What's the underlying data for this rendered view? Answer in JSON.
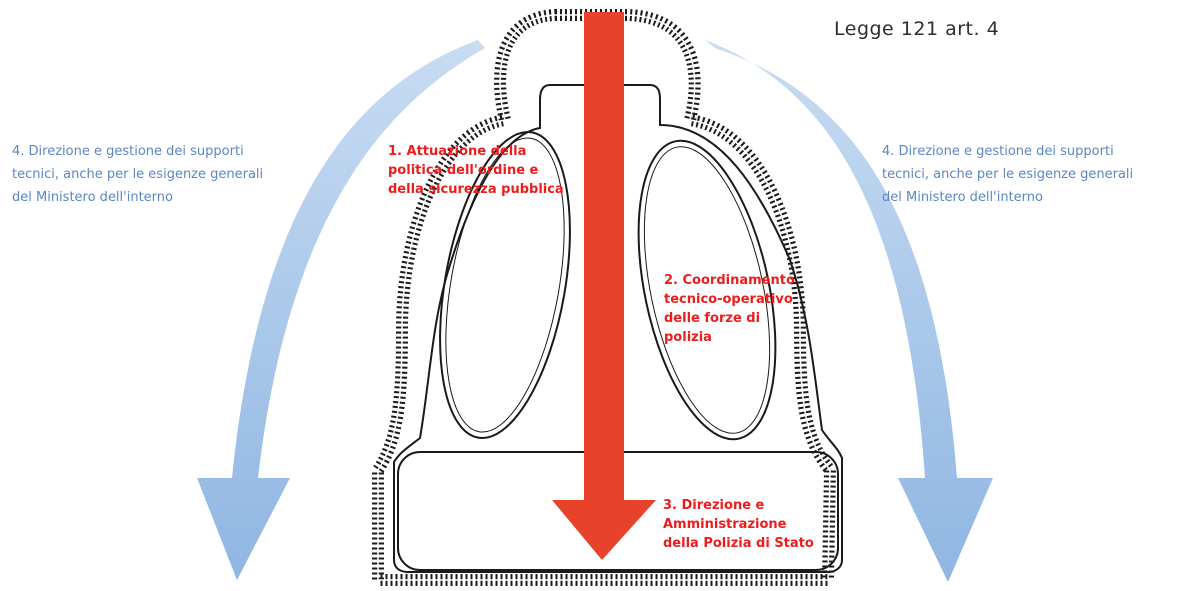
{
  "title": "Legge 121 art. 4",
  "side_label_left": "4. Direzione e gestione dei supporti\ntecnici, anche per le esigenze generali\ndel Ministero dell'interno",
  "side_label_right": "4. Direzione e gestione dei supporti\ntecnici, anche per le esigenze generali\ndel Ministero dell'interno",
  "function_1": "1. Attuazione della\npolitica dell'ordine e\ndella sicurezza pubblica",
  "function_2": "2. Coordinamento\ntecnico-operativo\ndelle forze di\npolizia",
  "function_3": "3. Direzione e\nAmministrazione\ndella Polizia di Stato",
  "colors": {
    "side_arrows": "#a9c8ea",
    "side_text": "#5b86c2",
    "central_arrow": "#e8432a",
    "red_text": "#ee1c1c",
    "outline": "#1a1a1a"
  }
}
